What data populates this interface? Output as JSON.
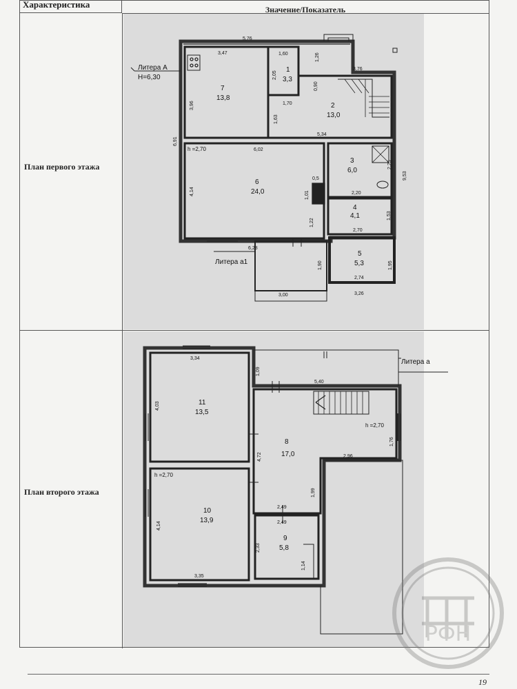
{
  "table": {
    "header_left": "Характеристика",
    "header_right": "Значение/Показатель",
    "rows": [
      {
        "label": "План первого этажа"
      },
      {
        "label": "План второго этажа"
      }
    ]
  },
  "floor1": {
    "litera_a": "Литера А",
    "height_h": "Н=6,30",
    "litera_a1": "Литера а1",
    "ceiling": "h =2,70",
    "rooms": [
      {
        "num": "1",
        "area": "3,3"
      },
      {
        "num": "2",
        "area": "13,0"
      },
      {
        "num": "3",
        "area": "6,0"
      },
      {
        "num": "4",
        "area": "4,1"
      },
      {
        "num": "5",
        "area": "5,3"
      },
      {
        "num": "6",
        "area": "24,0"
      },
      {
        "num": "7",
        "area": "13,8"
      }
    ],
    "dims": [
      "5,76",
      "3,47",
      "1,60",
      "1,26",
      "3,76",
      "2,05",
      "0,90",
      "1,70",
      "1,63",
      "3,96",
      "6,91",
      "5,34",
      "6,02",
      "2,25",
      "9,53",
      "0,5",
      "1,01",
      "2,20",
      "1,53",
      "1,22",
      "2,70",
      "6,28",
      "1,90",
      "1,95",
      "2,74",
      "3,00",
      "3,26",
      "4,14"
    ]
  },
  "floor2": {
    "litera_a": "Литера а",
    "ceiling_right": "h =2,70",
    "ceiling_left": "h =2,70",
    "rooms": [
      {
        "num": "8",
        "area": "17,0"
      },
      {
        "num": "9",
        "area": "5,8"
      },
      {
        "num": "10",
        "area": "13,9"
      },
      {
        "num": "11",
        "area": "13,5"
      }
    ],
    "dims": [
      "3,34",
      "1,09",
      "5,40",
      "4,03",
      "4,72",
      "1,76",
      "2,96",
      "1,99",
      "2,49",
      "2,49",
      "2,33",
      "1,14",
      "4,14",
      "3,35"
    ]
  },
  "page_number": "19",
  "watermark": "РФН"
}
